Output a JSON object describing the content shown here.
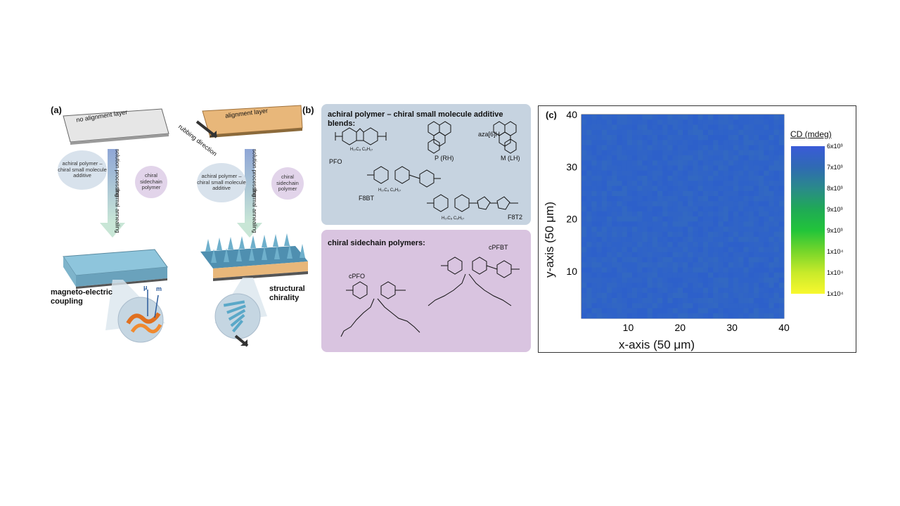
{
  "panel_a": {
    "label": "(a)",
    "left_substrate": "no alignment layer",
    "right_substrate": "alignment layer",
    "rubbing": "rubbing direction",
    "bubble_achiral": "achiral polymer – chiral small molecule additive",
    "bubble_chiral": "chiral sidechain polymer",
    "process_top": "solution processing",
    "process_bottom": "thermal annealing",
    "result_left": "magneto-electric coupling",
    "result_right": "structural chirality",
    "mu": "μ",
    "m": "m"
  },
  "panel_b": {
    "label": "(b)",
    "box1_title": "achiral polymer – chiral small molecule additive blends:",
    "box2_title": "chiral sidechain polymers:",
    "pfo": "PFO",
    "f8bt": "F8BT",
    "f8t2": "F8T2",
    "aza": "aza[6]H",
    "p_rh": "P (RH)",
    "m_lh": "M (LH)",
    "chain": "H₁₇C₈ C₈H₁₇",
    "cpfo": "cPFO",
    "cpfbt": "cPFBT"
  },
  "chart_data": {
    "type": "heatmap",
    "title": "",
    "label": "(c)",
    "xlabel": "x-axis (50 μm)",
    "ylabel": "y-axis (50 μm)",
    "xlim": [
      1,
      40
    ],
    "ylim": [
      1,
      40
    ],
    "xticks": [
      "10",
      "20",
      "30",
      "40"
    ],
    "yticks": [
      "10",
      "20",
      "30",
      "40"
    ],
    "colorbar": {
      "title": "CD (mdeg)",
      "ticks": [
        "6x10³",
        "7x10³",
        "8x10³",
        "9x10³",
        "9x10³",
        "1x10⁴",
        "1x10⁴",
        "1x10⁴"
      ],
      "colors": [
        "#3a5bd8",
        "#2f6ab3",
        "#2a8a8a",
        "#1faa55",
        "#22c43a",
        "#77d62a",
        "#c8ea2a",
        "#f8f82e"
      ]
    },
    "base_color": "#2f63c8",
    "note_value": "approx. uniform ~6x10³ across map"
  }
}
